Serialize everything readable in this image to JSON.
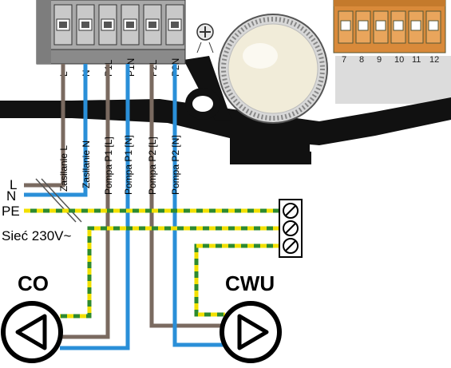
{
  "terminals_left": {
    "labels": [
      "L",
      "N",
      "P1L",
      "P1N",
      "P2L",
      "P2N"
    ]
  },
  "terminals_right": {
    "labels": [
      "7",
      "8",
      "9",
      "10",
      "11",
      "12"
    ]
  },
  "wire_labels": {
    "zasilanie_l": "Zasilanie L",
    "zasilanie_n": "Zasilanie N",
    "pompa_p1_l": "Pompa P1 [L]",
    "pompa_p1_n": "Pompa P1 [N]",
    "pompa_p2_l": "Pompa P2 [L]",
    "pompa_p2_n": "Pompa P2 [N]"
  },
  "mains": {
    "l": "L",
    "n": "N",
    "pe": "PE",
    "siec": "Sieć 230V~"
  },
  "pumps": {
    "co": "CO",
    "cwu": "CWU"
  },
  "colors": {
    "brown": "#7a6a60",
    "blue": "#2a8fd8",
    "pe_green": "#2e8a2e",
    "pe_yellow": "#f2e000",
    "block_gray": "#a9a9a9",
    "block_orange": "#d98a3a",
    "knob": "#f1ecd9",
    "housing": "#111111"
  }
}
